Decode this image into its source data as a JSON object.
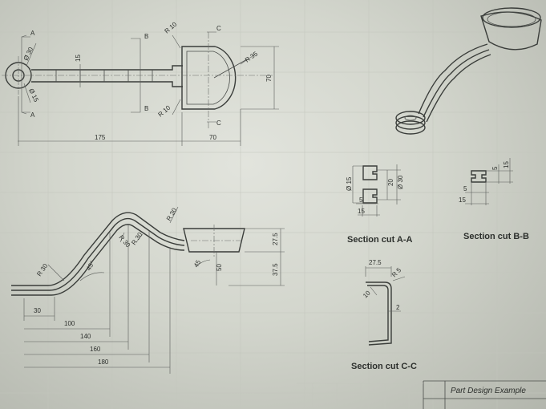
{
  "labels": {
    "section_a": "A",
    "section_b": "B",
    "section_c": "C",
    "r10_top": "R 10",
    "r10_bot": "R 10",
    "r35": "R 35",
    "dia30": "Ø 30",
    "dia15": "Ø 15",
    "d15": "15",
    "d175": "175",
    "d70h": "70",
    "d70v": "70",
    "r30a": "R 30",
    "r30b": "R 30",
    "r30c": "R 30",
    "r30d": "R 30",
    "deg45a": "45°",
    "deg45b": "45",
    "d50": "50",
    "d275": "27.5",
    "d375": "37.5",
    "d30": "30",
    "d100": "100",
    "d140": "140",
    "d160": "160",
    "d180": "180",
    "aa_dia15": "Ø 15",
    "aa_20": "20",
    "aa_dia30": "Ø 30",
    "aa_5": "5",
    "aa_15": "15",
    "bb_5a": "5",
    "bb_15a": "15",
    "bb_5b": "5",
    "bb_15b": "15",
    "cc_275": "27.5",
    "cc_r5": "R 5",
    "cc_10": "10",
    "cc_2": "2",
    "cap_aa": "Section cut A-A",
    "cap_bb": "Section cut B-B",
    "cap_cc": "Section cut C-C",
    "title_block": "Part Design Example"
  }
}
